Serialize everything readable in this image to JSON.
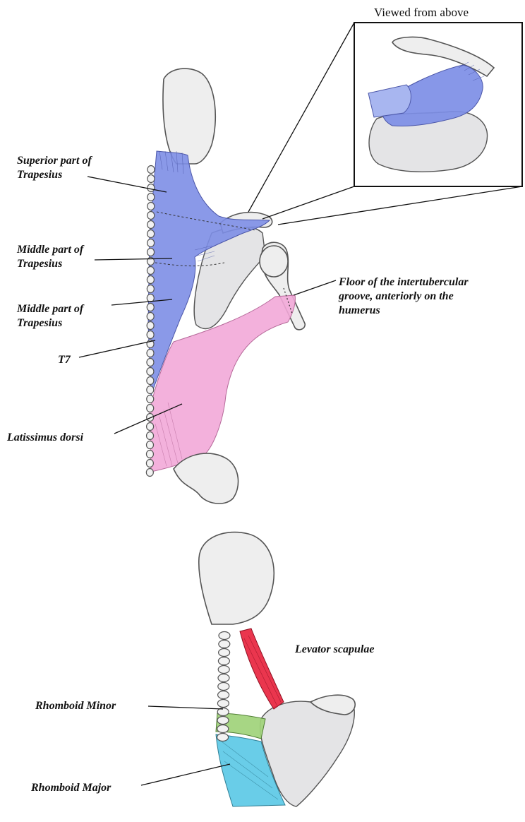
{
  "inset": {
    "title": "Viewed from above"
  },
  "labels": {
    "superior_trapesius": [
      "Superior part of",
      "Trapesius"
    ],
    "middle_trapesius_1": [
      "Middle part of",
      "Trapesius"
    ],
    "middle_trapesius_2": [
      "Middle part of",
      "Trapesius"
    ],
    "t7": "T7",
    "latissimus_dorsi": "Latissimus dorsi",
    "intertubercular": [
      "Floor of the intertubercular",
      "groove, anteriorly on the",
      "humerus"
    ],
    "levator_scapulae": "Levator scapulae",
    "rhomboid_minor": "Rhomboid Minor",
    "rhomboid_major": "Rhomboid Major"
  },
  "colors": {
    "trapezius": "#7d8ee6",
    "latissimus": "#f2a8d8",
    "levator": "#e8253f",
    "rhomboid_minor": "#9fd27a",
    "rhomboid_major": "#5cc9e6",
    "bone": "#eeeeee",
    "outline": "#555555"
  }
}
